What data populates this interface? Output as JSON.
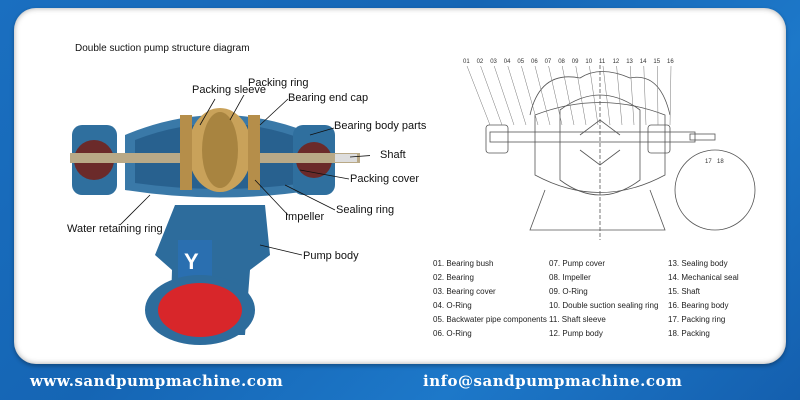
{
  "title": "Double suction pump structure diagram",
  "photo_labels": {
    "packing_ring": "Packing ring",
    "packing_sleeve": "Packing sleeve",
    "bearing_end_cap": "Bearing end cap",
    "bearing_body_parts": "Bearing body parts",
    "shaft": "Shaft",
    "packing_cover": "Packing cover",
    "sealing_ring": "Sealing ring",
    "impeller": "Impeller",
    "water_retaining_ring": "Water retaining ring",
    "pump_body": "Pump body"
  },
  "drawing_numbers": [
    "01",
    "02",
    "03",
    "04",
    "05",
    "06",
    "07",
    "08",
    "09",
    "10",
    "11",
    "12",
    "13",
    "14",
    "15",
    "16"
  ],
  "detail_numbers": [
    "17",
    "18"
  ],
  "legend": [
    [
      "01. Bearing bush",
      "02. Bearing",
      "03. Bearing cover",
      "04. O-Ring",
      "05. Backwater pipe components",
      "06. O-Ring"
    ],
    [
      "07. Pump cover",
      "08. Impeller",
      "09. O-Ring",
      "10. Double suction sealing ring",
      "11. Shaft sleeve",
      "12. Pump body"
    ],
    [
      "13. Sealing body",
      "14. Mechanical seal",
      "15. Shaft",
      "16. Bearing body",
      "17. Packing ring",
      "18. Packing"
    ]
  ],
  "footer": {
    "website": "www.sandpumpmachine.com",
    "email": "info@sandpumpmachine.com"
  },
  "colors": {
    "background": "#1a6fc0",
    "pump_blue": "#2f6f9e",
    "impeller_gold": "#c9a25a",
    "inlet_red": "#d8262a"
  }
}
